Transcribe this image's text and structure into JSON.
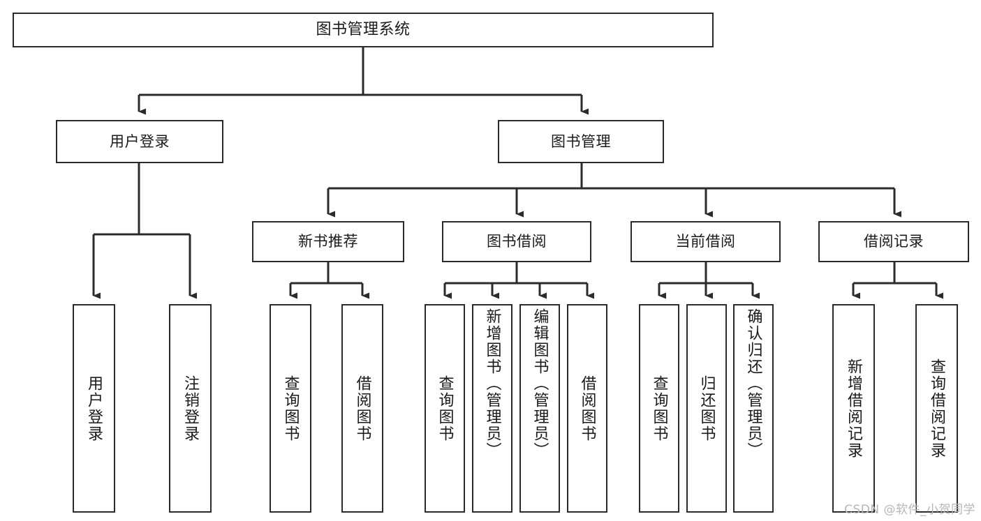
{
  "diagram": {
    "title": "图书管理系统",
    "watermark": "CSDN @软件_小贺同学",
    "colors": {
      "stroke": "#2b2b2b",
      "box_fill": "#ffffff",
      "text": "#1a1a1a",
      "watermark": "#b6b6b6",
      "background": "#ffffff"
    }
  },
  "nodes": {
    "root": {
      "label": "图书管理系统"
    },
    "level1": [
      {
        "label": "用户登录"
      },
      {
        "label": "图书管理"
      }
    ],
    "level2": [
      {
        "label": "新书推荐"
      },
      {
        "label": "图书借阅"
      },
      {
        "label": "当前借阅"
      },
      {
        "label": "借阅记录"
      }
    ],
    "leaves": {
      "user_login": [
        {
          "label": "用户登录"
        },
        {
          "label": "注销登录"
        }
      ],
      "new_book_recommend": [
        {
          "label": "查询图书"
        },
        {
          "label": "借阅图书"
        }
      ],
      "book_borrow": [
        {
          "label": "查询图书"
        },
        {
          "label": "新增图书（管理员）"
        },
        {
          "label": "编辑图书（管理员）"
        },
        {
          "label": "借阅图书"
        }
      ],
      "current_borrow": [
        {
          "label": "查询图书"
        },
        {
          "label": "归还图书"
        },
        {
          "label": "确认归还（管理员）"
        }
      ],
      "borrow_record": [
        {
          "label": "新增借阅记录"
        },
        {
          "label": "查询借阅记录"
        }
      ]
    }
  }
}
